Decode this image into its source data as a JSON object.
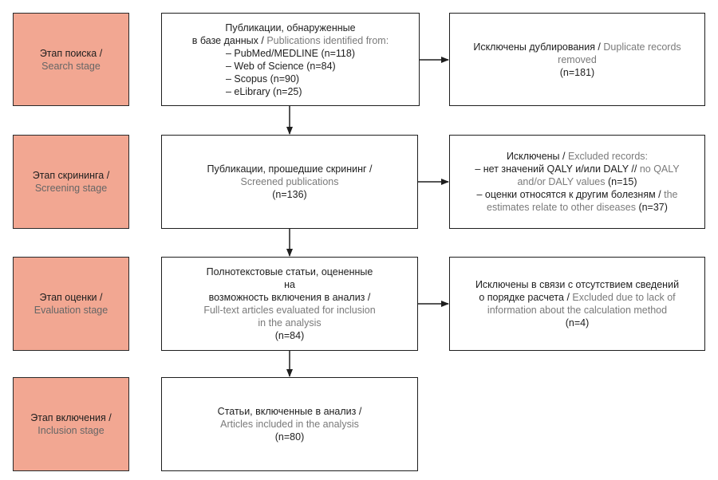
{
  "stages": [
    {
      "ru": "Этап поиска /",
      "en": "Search stage"
    },
    {
      "ru": "Этап скрининга /",
      "en": "Screening stage"
    },
    {
      "ru": "Этап оценки /",
      "en": "Evaluation stage"
    },
    {
      "ru": "Этап включения /",
      "en": "Inclusion stage"
    }
  ],
  "main": {
    "identified": {
      "line1": "Публикации, обнаруженные",
      "line2_ru": "в базе данных",
      "line2_sep": " / ",
      "line2_en": "Publications identified from:",
      "items": [
        "– PubMed/MEDLINE (n=118)",
        "– Web of Science (n=84)",
        "– Scopus (n=90)",
        "– eLibrary (n=25)"
      ]
    },
    "screened": {
      "ru": "Публикации, прошедшие скрининг /",
      "en": "Screened publications",
      "n": "(n=136)"
    },
    "evaluated": {
      "ru1": "Полнотекстовые статьи, оцененные",
      "ru2": "на",
      "ru3": "возможность включения в анализ /",
      "en1": "Full-text articles evaluated for inclusion",
      "en2": "in the analysis",
      "n": "(n=84)"
    },
    "included": {
      "ru": "Статьи, включенные в анализ /",
      "en": "Articles included in the analysis",
      "n": "(n=80)"
    }
  },
  "side": {
    "duplicates": {
      "ru": "Исключены дублирования /",
      "en1": "Duplicate records",
      "en2": "removed",
      "n": "(n=181)"
    },
    "excluded": {
      "title_ru": "Исключены /",
      "title_en": "Excluded records:",
      "item1_ru": "– нет значений QALY и/или DALY //",
      "item1_en1": "no QALY",
      "item1_en2": "and/or DALY values",
      "item1_n": "(n=15)",
      "item2_ru": "– оценки относятся к другим болезням /",
      "item2_en1": "the",
      "item2_en2": "estimates relate to other diseases",
      "item2_n": "(n=37)"
    },
    "no_info": {
      "ru1": "Исключены в связи с отсутствием сведений",
      "ru2": "о порядке расчета /",
      "en1": "Excluded due to lack of",
      "en2": "information about the calculation method",
      "n": "(n=4)"
    }
  }
}
